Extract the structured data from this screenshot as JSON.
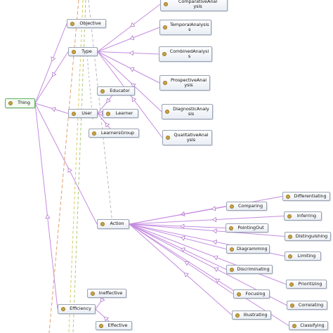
{
  "diagram": {
    "colors": {
      "subclass_edge": "#c58ce0",
      "arrow_head": "#b07ac8",
      "dashed_yellow": "#d9c95a",
      "dashed_orange": "#e0a070",
      "dashed_green": "#a8c878",
      "dashed_gray": "#b8b8b8",
      "node_dot": "#c9a341",
      "root_border": "#5fb35f"
    },
    "root": {
      "id": "thing",
      "label": "Thing"
    },
    "nodes": [
      {
        "id": "comparative",
        "label": "ComparativeAnal\nysis"
      },
      {
        "id": "objective",
        "label": "Objective"
      },
      {
        "id": "temporal",
        "label": "TemporalAnalysis\ns"
      },
      {
        "id": "type",
        "label": "Type"
      },
      {
        "id": "combined",
        "label": "CombinedAnalysi\ns"
      },
      {
        "id": "prospective",
        "label": "ProspectiveAnal\nysis"
      },
      {
        "id": "educator",
        "label": "Educator"
      },
      {
        "id": "user",
        "label": "User"
      },
      {
        "id": "learner",
        "label": "Learner"
      },
      {
        "id": "diagnostic",
        "label": "DiagnosticAnaly\nsis"
      },
      {
        "id": "learnersgroup",
        "label": "LearnersGroup"
      },
      {
        "id": "qualitative",
        "label": "QualitativeAnal\nysis"
      },
      {
        "id": "differentiating",
        "label": "Differentiating"
      },
      {
        "id": "comparing",
        "label": "Comparing"
      },
      {
        "id": "inferring",
        "label": "Inferring"
      },
      {
        "id": "action",
        "label": "Action"
      },
      {
        "id": "pointingout",
        "label": "PointingOut"
      },
      {
        "id": "distinguishing",
        "label": "Distinguishing"
      },
      {
        "id": "diagramming",
        "label": "Diagramming"
      },
      {
        "id": "limiting",
        "label": "Limiting"
      },
      {
        "id": "discriminating",
        "label": "Discriminating"
      },
      {
        "id": "prioritizing",
        "label": "Prioritizing"
      },
      {
        "id": "ineffective",
        "label": "Ineffective"
      },
      {
        "id": "focusing",
        "label": "Focusing"
      },
      {
        "id": "efficiency",
        "label": "Efficiency"
      },
      {
        "id": "correlating",
        "label": "Correlating"
      },
      {
        "id": "illustrating",
        "label": "Illustrating"
      },
      {
        "id": "effective",
        "label": "Effective"
      },
      {
        "id": "classifying",
        "label": "Classifying"
      }
    ],
    "edges": [
      {
        "from": "thing",
        "to": "objective"
      },
      {
        "from": "thing",
        "to": "type"
      },
      {
        "from": "thing",
        "to": "user"
      },
      {
        "from": "thing",
        "to": "action"
      },
      {
        "from": "thing",
        "to": "efficiency"
      },
      {
        "from": "type",
        "to": "comparative"
      },
      {
        "from": "type",
        "to": "temporal"
      },
      {
        "from": "type",
        "to": "combined"
      },
      {
        "from": "type",
        "to": "prospective"
      },
      {
        "from": "type",
        "to": "diagnostic"
      },
      {
        "from": "type",
        "to": "qualitative"
      },
      {
        "from": "user",
        "to": "educator"
      },
      {
        "from": "user",
        "to": "learner"
      },
      {
        "from": "user",
        "to": "learnersgroup"
      },
      {
        "from": "action",
        "to": "comparing"
      },
      {
        "from": "action",
        "to": "pointingout"
      },
      {
        "from": "action",
        "to": "diagramming"
      },
      {
        "from": "action",
        "to": "discriminating"
      },
      {
        "from": "action",
        "to": "focusing"
      },
      {
        "from": "action",
        "to": "illustrating"
      },
      {
        "from": "action",
        "to": "differentiating"
      },
      {
        "from": "action",
        "to": "inferring"
      },
      {
        "from": "action",
        "to": "distinguishing"
      },
      {
        "from": "action",
        "to": "limiting"
      },
      {
        "from": "action",
        "to": "prioritizing"
      },
      {
        "from": "action",
        "to": "correlating"
      },
      {
        "from": "action",
        "to": "classifying"
      },
      {
        "from": "efficiency",
        "to": "ineffective"
      },
      {
        "from": "efficiency",
        "to": "effective"
      }
    ]
  }
}
